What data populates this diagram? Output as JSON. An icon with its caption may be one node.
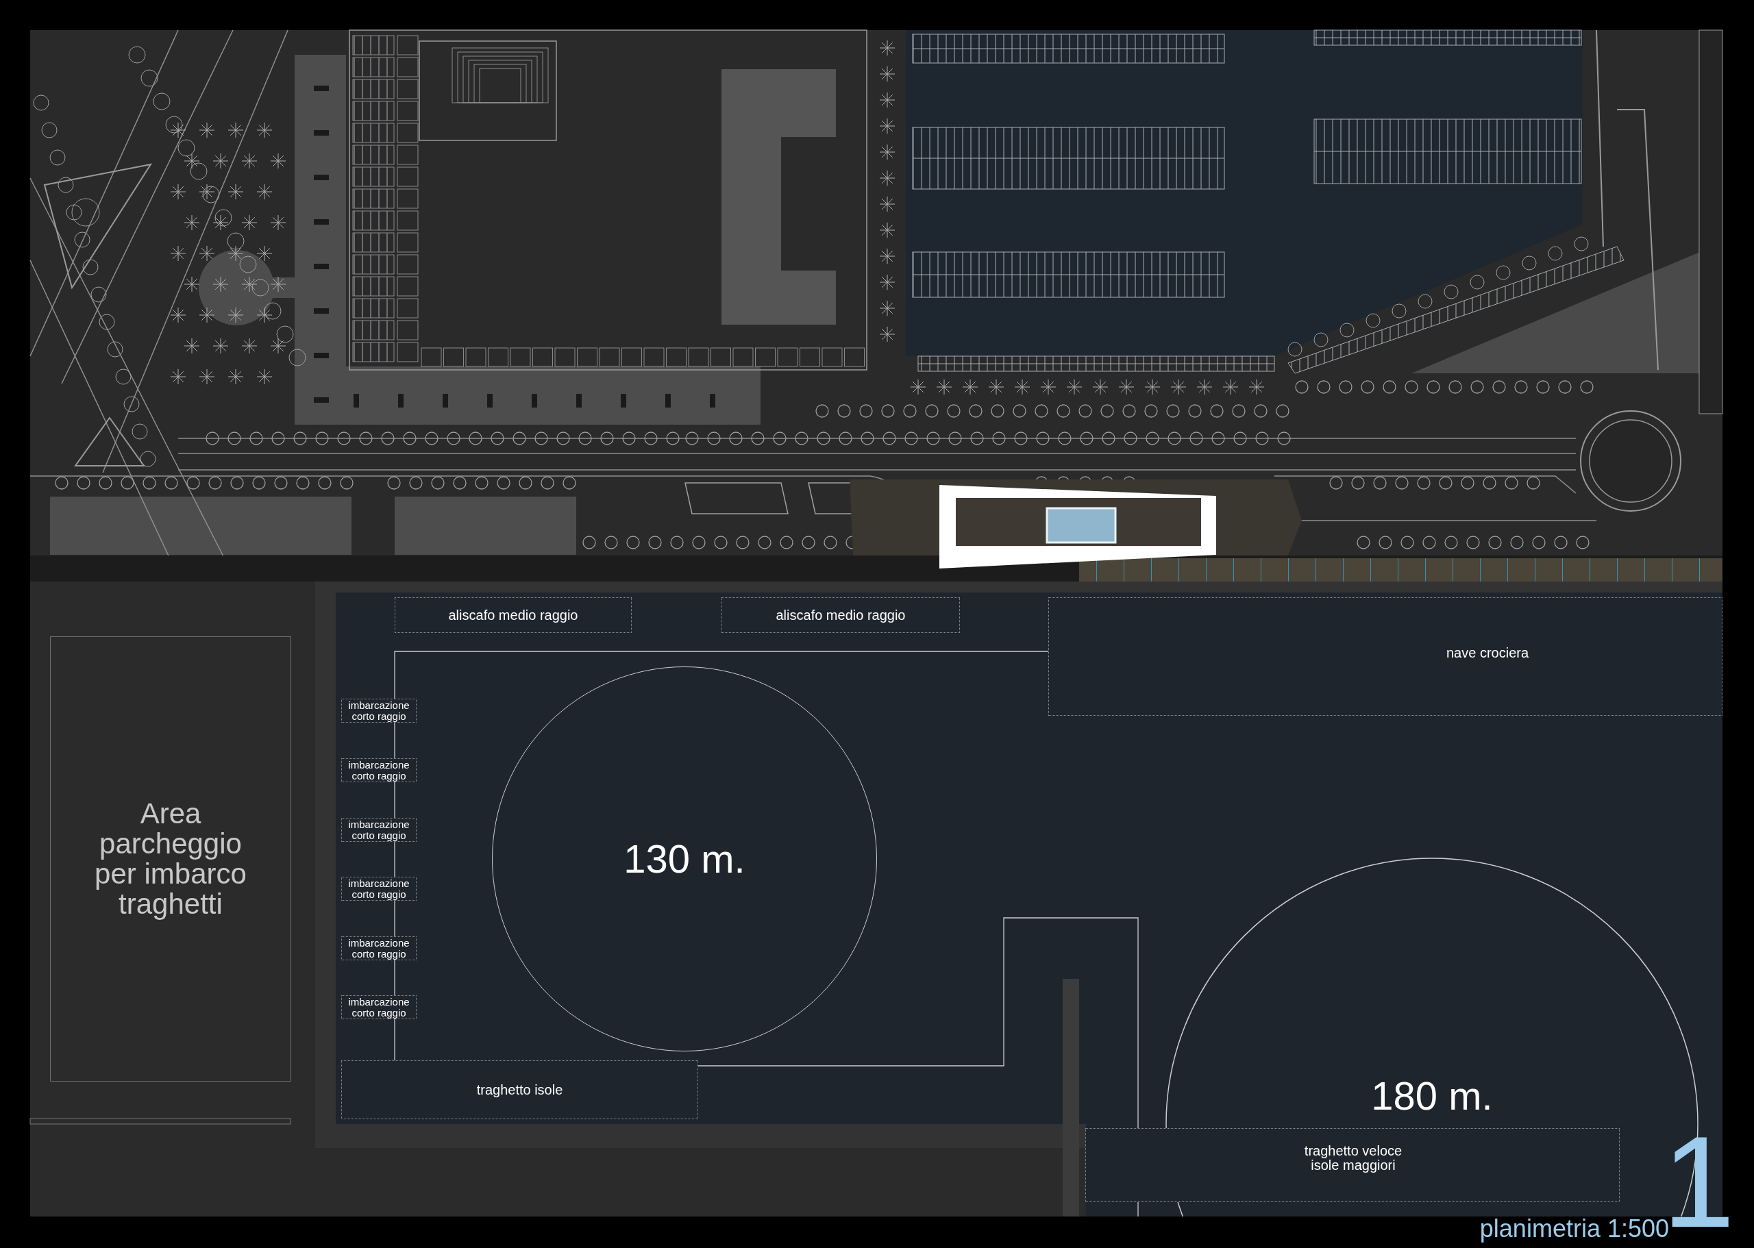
{
  "diagram": {
    "nodes": [
      {
        "text": [
          "aliscafo medio raggio"
        ]
      },
      {
        "text": [
          "aliscafo medio raggio"
        ]
      },
      {
        "text": [
          "nave crociera"
        ]
      },
      {
        "text": [
          "Area parcheggio per imbarco traghetti"
        ]
      },
      {
        "text": [
          "imbarcazione corto raggio"
        ]
      },
      {
        "text": [
          "imbarcazione corto raggio"
        ]
      },
      {
        "text": [
          "imbarcazione corto raggio"
        ]
      },
      {
        "text": [
          "imbarcazione corto raggio"
        ]
      },
      {
        "text": [
          "imbarcazione corto raggio"
        ]
      },
      {
        "text": [
          "imbarcazione corto raggio"
        ]
      },
      {
        "text": [
          "130 m."
        ]
      },
      {
        "text": [
          "traghetto isole"
        ]
      },
      {
        "text": [
          "180 m."
        ]
      },
      {
        "text": [
          "traghetto veloce isole maggiori"
        ]
      }
    ],
    "labels": [
      "planimetria 1:500",
      "1"
    ]
  }
}
